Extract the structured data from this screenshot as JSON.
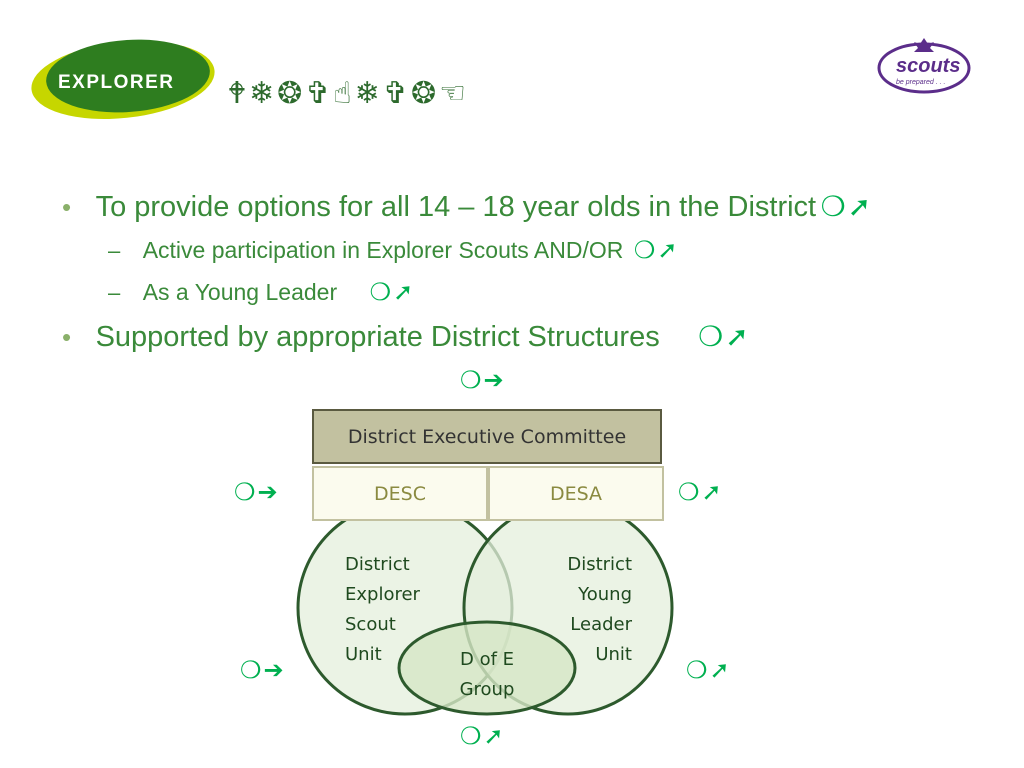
{
  "title": {
    "symbols": "🕈︎❄︎❂︎✞︎☝︎❄︎✞︎❂︎☜︎"
  },
  "logos": {
    "explorer_text": "EXPLORER",
    "scouts_text": "scouts",
    "scouts_tagline": "be prepared . . ."
  },
  "bullets": [
    {
      "text": "To provide options for all 14 – 18 year olds in the District",
      "marker": "❍➚"
    },
    {
      "text": "Supported by appropriate District Structures",
      "marker": "❍➚"
    }
  ],
  "sub_bullets": [
    {
      "text": "Active participation in Explorer Scouts AND/OR",
      "marker": "❍➚"
    },
    {
      "text": "As a Young Leader",
      "marker": "❍➚"
    }
  ],
  "diagram": {
    "top_marker": "❍➔",
    "executive": "District Executive Committee",
    "desc": "DESC",
    "desa": "DESA",
    "desc_marker": "❍➔",
    "desa_marker": "❍➚",
    "left_circle": [
      "District",
      "Explorer",
      "Scout",
      "Unit"
    ],
    "right_circle": [
      "District",
      "Young",
      "Leader",
      "Unit"
    ],
    "center": [
      "D of E",
      "Group"
    ],
    "left_marker": "❍➔",
    "right_marker": "❍➚",
    "bottom_marker": "❍➚"
  },
  "colors": {
    "text_green": "#3a8a3a",
    "marker_green": "#00b050",
    "dark_green": "#2d5a2d"
  }
}
